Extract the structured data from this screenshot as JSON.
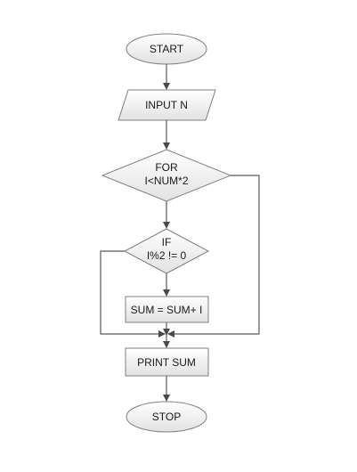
{
  "nodes": {
    "start": {
      "label": "START"
    },
    "input": {
      "label": "INPUT N"
    },
    "for_loop": {
      "line1": "FOR",
      "line2": "I<NUM*2"
    },
    "if_check": {
      "line1": "IF",
      "line2": "I%2 != 0"
    },
    "sum_update": {
      "label": "SUM = SUM+ I"
    },
    "print": {
      "label": "PRINT SUM"
    },
    "stop": {
      "label": "STOP"
    }
  }
}
